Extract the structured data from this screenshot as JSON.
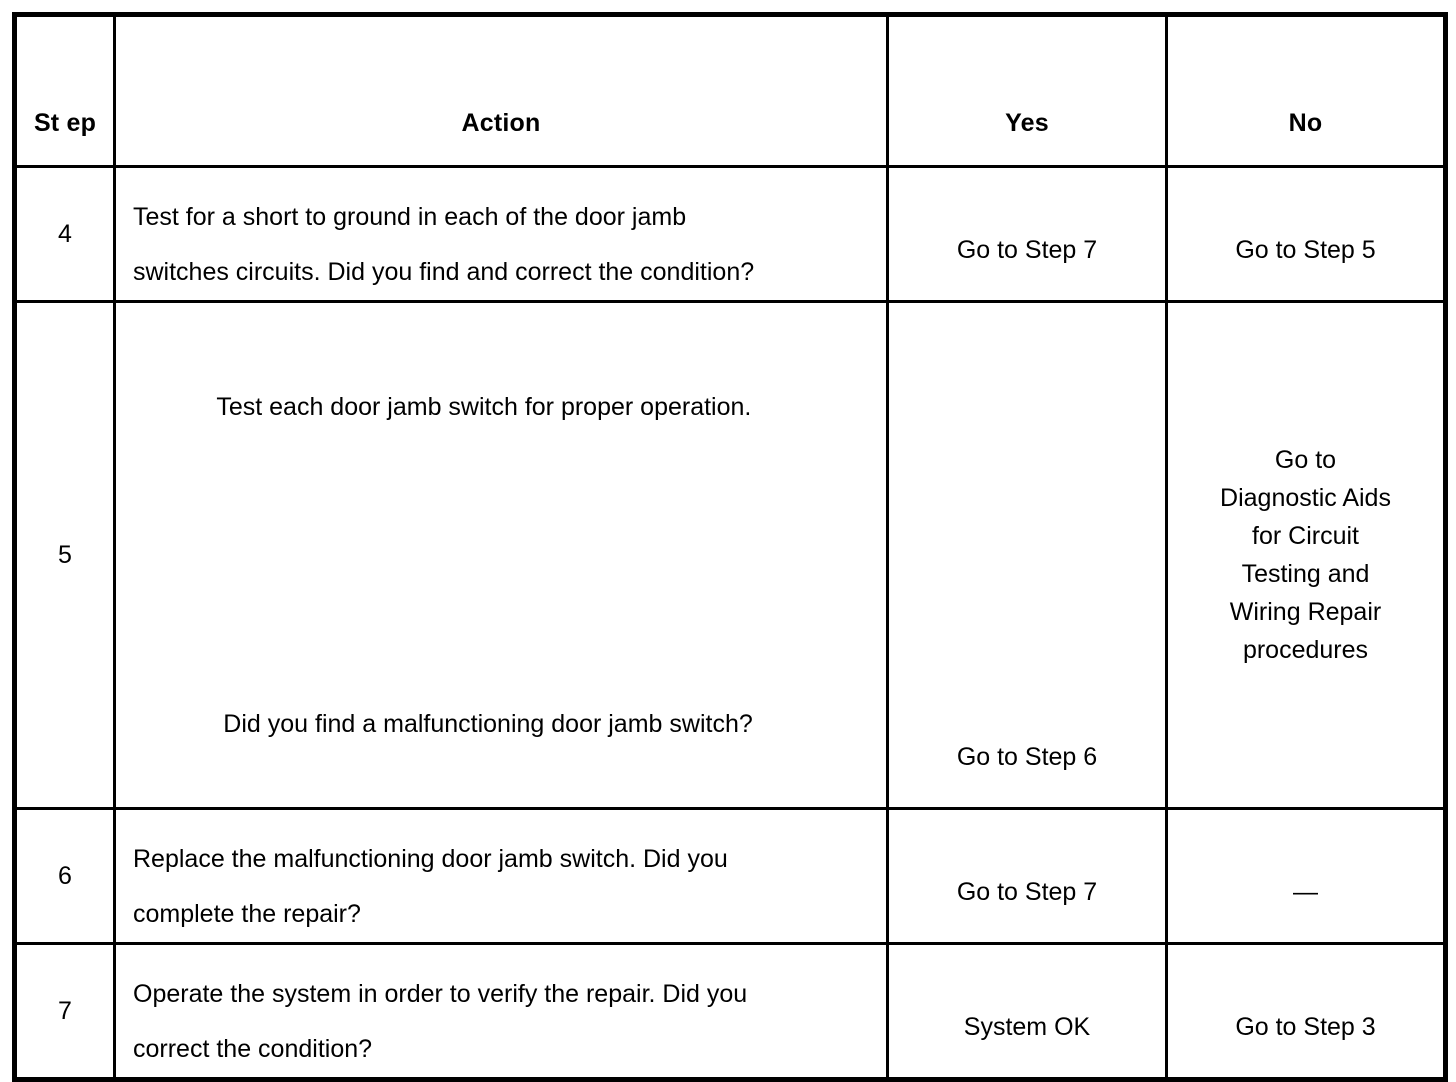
{
  "table": {
    "columns": [
      {
        "key": "step",
        "label": "St\nep",
        "label_plain": "Step"
      },
      {
        "key": "action",
        "label": "Action"
      },
      {
        "key": "yes",
        "label": "Yes"
      },
      {
        "key": "no",
        "label": "No"
      }
    ],
    "rows": [
      {
        "step": "4",
        "action": "Test for a short to ground in each of the door jamb\nswitches circuits. Did you find and correct the condition?",
        "yes": "Go to Step 7",
        "no": "Go to Step 5"
      },
      {
        "step": "5",
        "action_line1": "Test each door jamb switch for proper operation.",
        "action_line2": " Did you find a malfunctioning door jamb switch?",
        "yes": "Go to Step 6",
        "no": "Go to\nDiagnostic Aids\nfor Circuit\nTesting and\nWiring Repair\nprocedures"
      },
      {
        "step": "6",
        "action": "Replace the malfunctioning door jamb switch. Did you\ncomplete the repair?",
        "yes": "Go to Step 7",
        "no": "—"
      },
      {
        "step": "7",
        "action": "Operate the system in order to verify the repair. Did you\ncorrect the condition?",
        "yes": "System OK",
        "no": "Go to Step 3"
      }
    ]
  },
  "colors": {
    "border": "#000000",
    "text": "#000000",
    "background": "#ffffff"
  }
}
